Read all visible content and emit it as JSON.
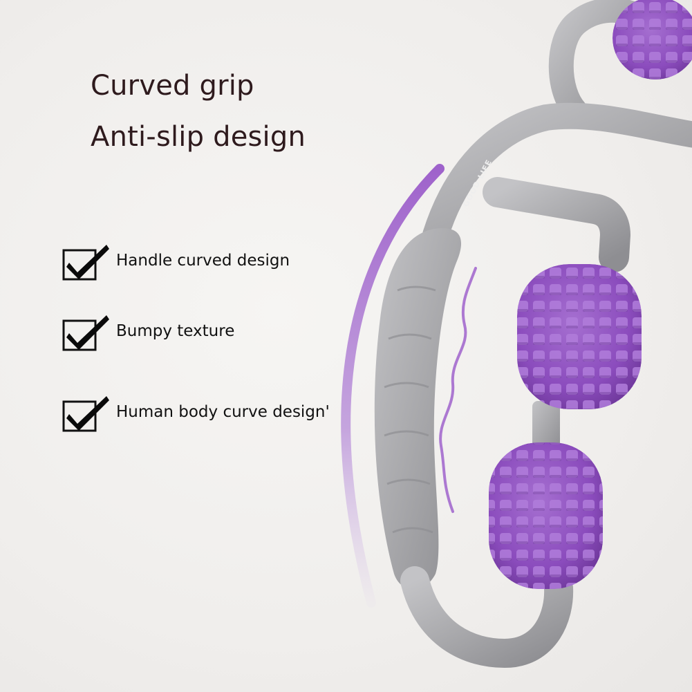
{
  "headlines": {
    "line1": "Curved grip",
    "line2": "Anti-slip design"
  },
  "features": [
    {
      "label": "Handle curved design",
      "checked": true,
      "icon": "checkmark-icon"
    },
    {
      "label": "Bumpy texture",
      "checked": true,
      "icon": "checkmark-icon"
    },
    {
      "label": "Human body curve design'",
      "checked": true,
      "icon": "checkmark-icon"
    }
  ],
  "product": {
    "brand_mark": "GOOD LIFE",
    "frame_color": "#a9a9ac",
    "roller_color": "#8e4fc0",
    "accent_color": "#a56fd0"
  }
}
